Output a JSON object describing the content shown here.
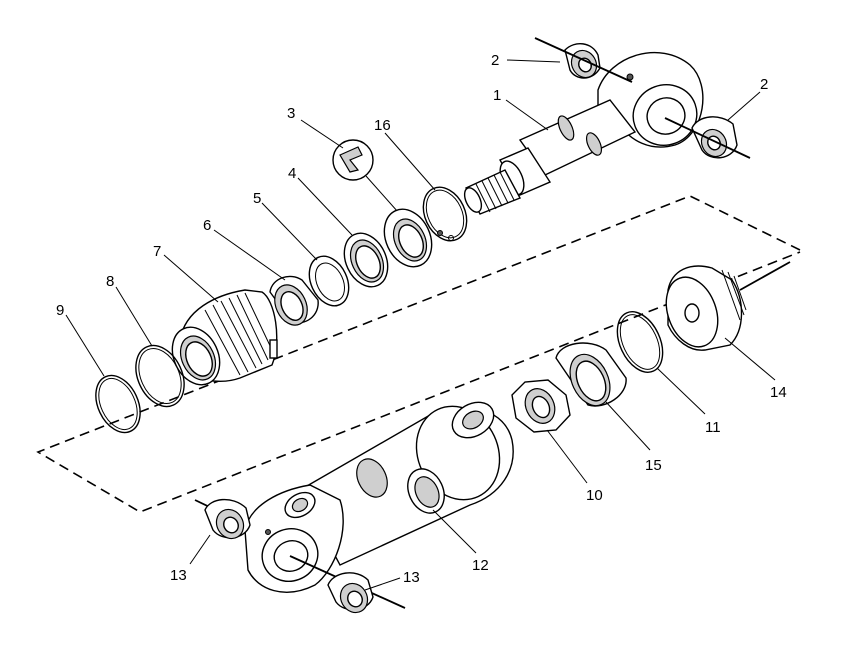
{
  "callouts": [
    {
      "id": "1",
      "text": "1"
    },
    {
      "id": "2a",
      "text": "2"
    },
    {
      "id": "2b",
      "text": "2"
    },
    {
      "id": "3",
      "text": "3"
    },
    {
      "id": "4",
      "text": "4"
    },
    {
      "id": "5",
      "text": "5"
    },
    {
      "id": "6",
      "text": "6"
    },
    {
      "id": "7",
      "text": "7"
    },
    {
      "id": "8",
      "text": "8"
    },
    {
      "id": "9",
      "text": "9"
    },
    {
      "id": "10",
      "text": "10"
    },
    {
      "id": "11",
      "text": "11"
    },
    {
      "id": "12",
      "text": "12"
    },
    {
      "id": "13a",
      "text": "13"
    },
    {
      "id": "13b",
      "text": "13"
    },
    {
      "id": "14",
      "text": "14"
    },
    {
      "id": "15",
      "text": "15"
    },
    {
      "id": "16",
      "text": "16"
    }
  ]
}
